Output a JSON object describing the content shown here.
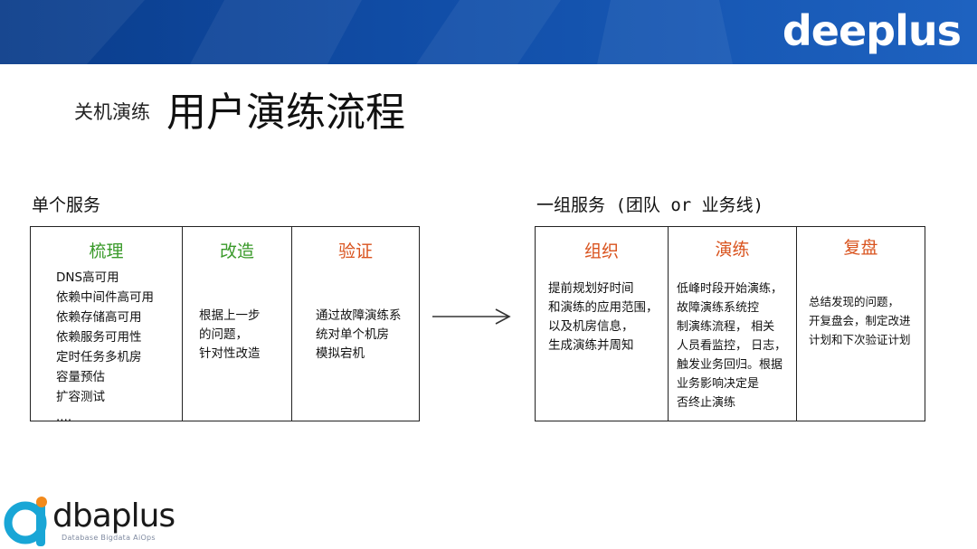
{
  "header": {
    "brand": "deeplus"
  },
  "title": {
    "small": "关机演练",
    "big": "用户演练流程"
  },
  "left_section": {
    "title": "单个服务",
    "columns": [
      {
        "heading": "梳理",
        "color": "#3a9a2a",
        "lines": [
          "DNS高可用",
          "依赖中间件高可用",
          "依赖存储高可用",
          "依赖服务可用性",
          "定时任务多机房",
          "容量预估",
          "扩容测试",
          "...."
        ]
      },
      {
        "heading": "改造",
        "color": "#3a9a2a",
        "lines": [
          "根据上一步",
          "的问题，",
          "针对性改造"
        ]
      },
      {
        "heading": "验证",
        "color": "#d9531e",
        "lines": [
          "通过故障演练系",
          "统对单个机房",
          "模拟宕机"
        ]
      }
    ]
  },
  "right_section": {
    "title": "一组服务 (团队 or 业务线)",
    "columns": [
      {
        "heading": "组织",
        "color": "#d9531e",
        "lines": [
          "提前规划好时间",
          "和演练的应用范围，",
          "以及机房信息，",
          "生成演练并周知"
        ]
      },
      {
        "heading": "演练",
        "color": "#d9531e",
        "lines": [
          "低峰时段开始演练，",
          "故障演练系统控",
          "制演练流程， 相关",
          "人员看监控， 日志，",
          "触发业务回归。根据",
          "业务影响决定是",
          "否终止演练"
        ]
      },
      {
        "heading": "复盘",
        "color": "#d9531e",
        "lines": [
          "总结发现的问题，",
          "开复盘会，制定改进",
          "计划和下次验证计划"
        ]
      }
    ]
  },
  "footer_logo": {
    "name": "dbaplus",
    "tagline": "Database  Bigdata  AiOps",
    "accent": "#19a6d6"
  }
}
